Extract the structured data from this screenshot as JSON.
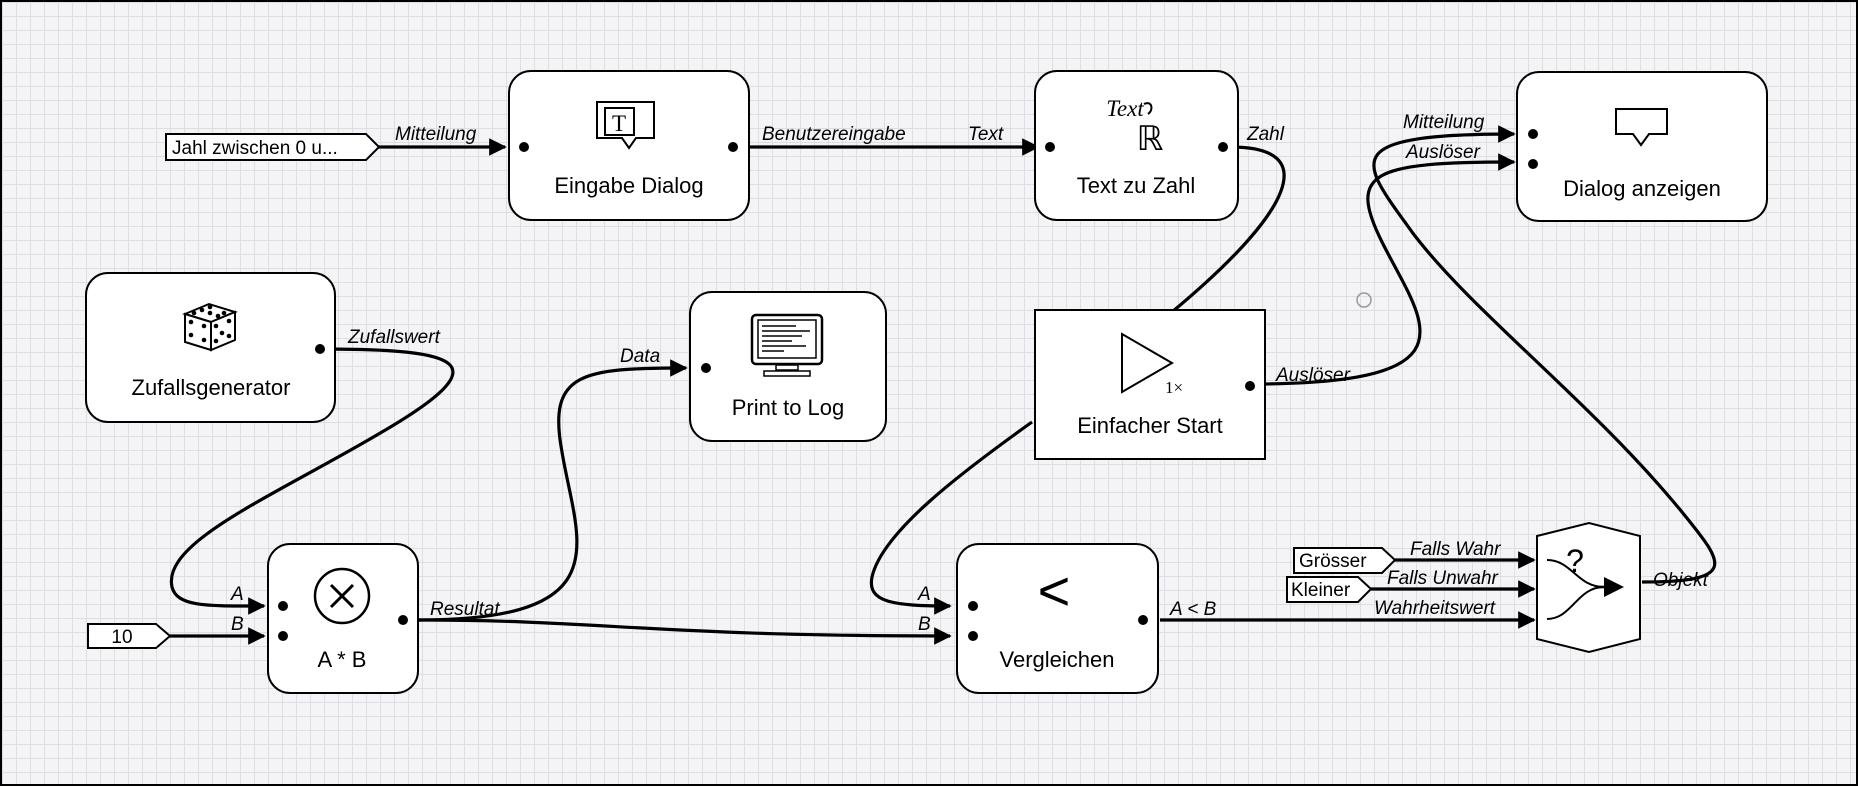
{
  "nodes": {
    "eingabe_dialog": {
      "title": "Eingabe Dialog",
      "icon": "text-input-dialog-icon"
    },
    "text_zu_zahl": {
      "title": "Text zu Zahl",
      "icon_text": "Text",
      "icon_symbol": "ℝ"
    },
    "dialog_anzeigen": {
      "title": "Dialog anzeigen",
      "icon": "speech-bubble-icon"
    },
    "zufallsgenerator": {
      "title": "Zufallsgenerator",
      "icon": "dice-icon"
    },
    "print_to_log": {
      "title": "Print to Log",
      "icon": "monitor-icon"
    },
    "einfacher_start": {
      "title": "Einfacher Start",
      "icon_sub": "1×"
    },
    "multiplikation": {
      "title": "A * B",
      "icon": "multiply-icon"
    },
    "vergleichen": {
      "title": "Vergleichen",
      "icon_symbol": "<"
    },
    "verzweigung": {
      "icon": "question-branch-icon",
      "icon_symbol": "?"
    }
  },
  "constants": {
    "jahl": "Jahl zwischen 0 u...",
    "zehn": "10",
    "groesser": "Grösser",
    "kleiner": "Kleiner"
  },
  "labels": {
    "mitteilung_in": "Mitteilung",
    "benutzereingabe": "Benutzereingabe",
    "text_in": "Text",
    "zahl": "Zahl",
    "mitteilung_dlg": "Mitteilung",
    "ausloeser_dlg": "Auslöser",
    "zufallswert": "Zufallswert",
    "data": "Data",
    "ausloeser_start": "Auslöser",
    "mul_a": "A",
    "mul_b": "B",
    "resultat": "Resultat",
    "cmp_a": "A",
    "cmp_b": "B",
    "cmp_out": "A < B",
    "falls_wahr": "Falls Wahr",
    "falls_unwahr": "Falls Unwahr",
    "wahrheitswert": "Wahrheitswert",
    "objekt": "Objekt"
  }
}
